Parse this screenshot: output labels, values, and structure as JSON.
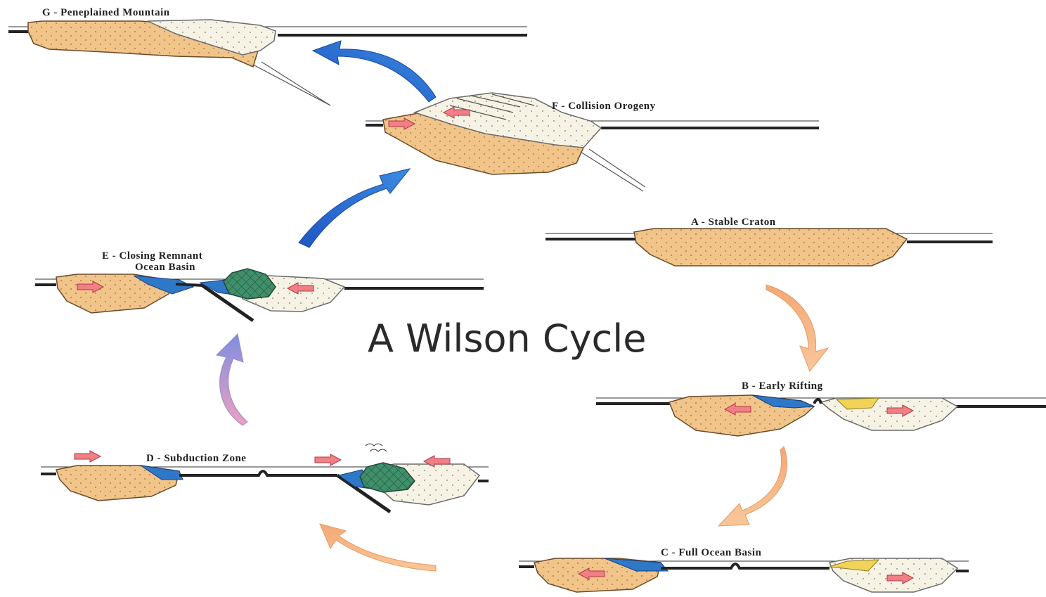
{
  "title": "A Wilson Cycle",
  "stages": {
    "g": "G - Peneplained Mountain",
    "f": "F - Collision Orogeny",
    "a": "A - Stable Craton",
    "e1": "E - Closing Remnant",
    "e2": "Ocean Basin",
    "b": "B - Early Rifting",
    "d": "D - Subduction Zone",
    "c": "C - Full Ocean Basin"
  },
  "colors": {
    "continental_crust": "#f1c48a",
    "island_arc_crust": "#f7f3e4",
    "shelf_sediment": "#2f78c8",
    "rift_sediment": "#f2d35a",
    "volcanic_arc": "#3f8f6a",
    "cycle_arrow_early": "#f5b07a",
    "cycle_arrow_late": "#2e6fd6",
    "push_arrow": "#f07f86"
  }
}
